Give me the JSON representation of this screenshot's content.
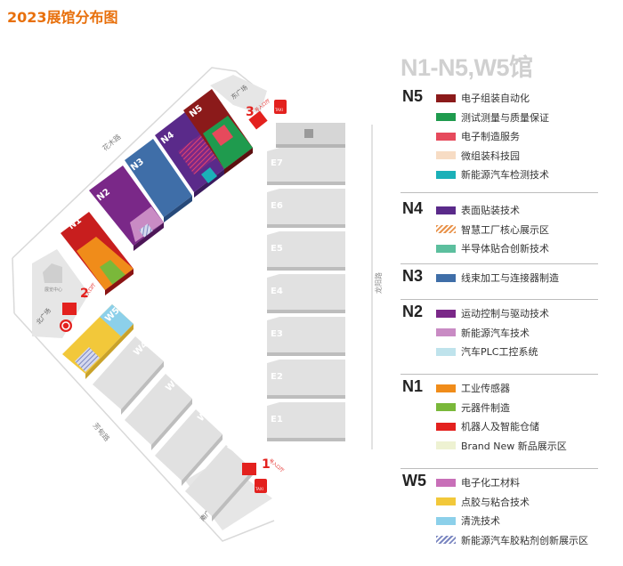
{
  "title": "2023展馆分布图",
  "hall_group_title": "N1-N5,W5馆",
  "map": {
    "east_halls": [
      "E7",
      "E6",
      "E5",
      "E4",
      "E3",
      "E2",
      "E1"
    ],
    "north_halls": [
      "N1",
      "N2",
      "N3",
      "N4",
      "N5"
    ],
    "west_halls": [
      "W5",
      "W4",
      "W3",
      "W2",
      "W1"
    ],
    "roads": {
      "north": "花木路",
      "east": "龙阳路",
      "west": "芳甸路"
    },
    "squares": {
      "east": "东广场",
      "north": "北广场",
      "south": "南广场"
    },
    "entrances": {
      "hall1": {
        "number": "1",
        "label": "号入口厅"
      },
      "hall2": {
        "number": "2",
        "label": "号入口厅"
      },
      "hall3": {
        "number": "3",
        "label": "号入口厅"
      }
    },
    "taxi_label": "TAXI",
    "center_label": "展览中心"
  },
  "legend": [
    {
      "hall": "N5",
      "items": [
        {
          "label": "电子组装自动化",
          "color": "#8b1a1a",
          "pattern": "solid"
        },
        {
          "label": "测试测量与质量保证",
          "color": "#1f9b4e",
          "pattern": "solid"
        },
        {
          "label": "电子制造服务",
          "color": "#e64a5c",
          "pattern": "solid"
        },
        {
          "label": "微组装科技园",
          "color": "#f7dcc4",
          "pattern": "solid"
        },
        {
          "label": "新能源汽车检测技术",
          "color": "#1bb0b8",
          "pattern": "solid"
        }
      ]
    },
    {
      "hall": "N4",
      "items": [
        {
          "label": "表面贴装技术",
          "color": "#5a2a8a",
          "pattern": "solid"
        },
        {
          "label": "智慧工厂核心展示区",
          "color": "#e8924a",
          "pattern": "hatch"
        },
        {
          "label": "半导体贴合创新技术",
          "color": "#5cbf9e",
          "pattern": "solid"
        }
      ]
    },
    {
      "hall": "N3",
      "items": [
        {
          "label": "线束加工与连接器制造",
          "color": "#3f6ea8",
          "pattern": "solid"
        }
      ]
    },
    {
      "hall": "N2",
      "items": [
        {
          "label": "运动控制与驱动技术",
          "color": "#7a2888",
          "pattern": "solid"
        },
        {
          "label": "新能源汽车技术",
          "color": "#c98bc4",
          "pattern": "solid"
        },
        {
          "label": "汽车PLC工控系统",
          "color": "#bfe3ec",
          "pattern": "solid"
        }
      ]
    },
    {
      "hall": "N1",
      "items": [
        {
          "label": "工业传感器",
          "color": "#f08c1a",
          "pattern": "solid"
        },
        {
          "label": "元器件制造",
          "color": "#7ab83a",
          "pattern": "solid"
        },
        {
          "label": "机器人及智能仓储",
          "color": "#e3211e",
          "pattern": "solid"
        },
        {
          "label": "Brand New 新品展示区",
          "color": "#eef2d2",
          "pattern": "solid"
        }
      ]
    },
    {
      "hall": "W5",
      "items": [
        {
          "label": "电子化工材料",
          "color": "#c86fb8",
          "pattern": "solid"
        },
        {
          "label": "点胶与粘合技术",
          "color": "#f2c83a",
          "pattern": "solid"
        },
        {
          "label": "清洗技术",
          "color": "#8cd0ea",
          "pattern": "solid"
        },
        {
          "label": "新能源汽车胶粘剂创新展示区",
          "color": "#7a86c0",
          "pattern": "hatch"
        }
      ]
    }
  ]
}
